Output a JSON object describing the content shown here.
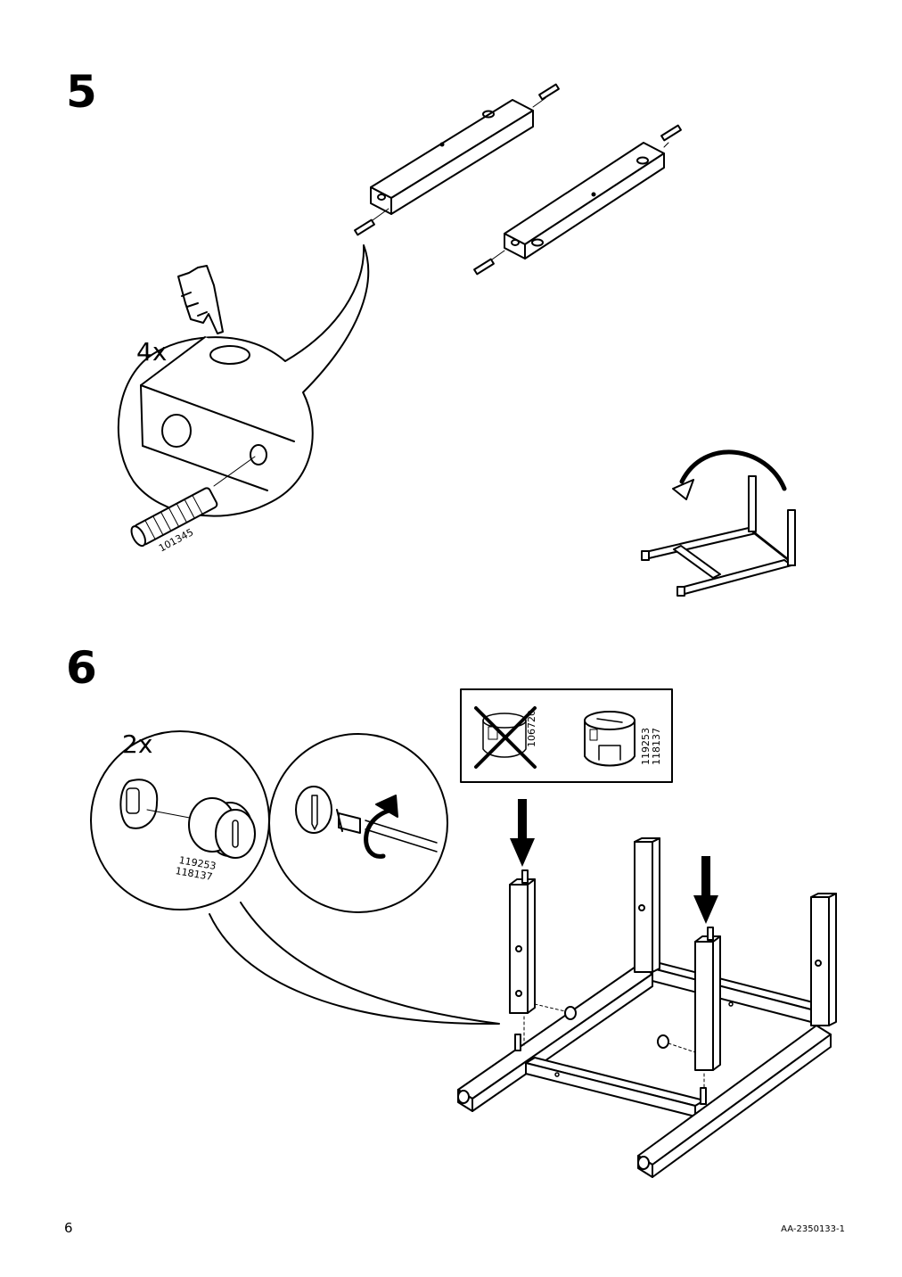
{
  "steps": [
    {
      "number": "5",
      "quantity": "4x",
      "part_number": "101345"
    },
    {
      "number": "6",
      "quantity": "2x",
      "part_numbers": [
        "119253",
        "118137"
      ]
    }
  ],
  "legend_box": {
    "wrong_part": "106720",
    "correct_parts": [
      "119253",
      "118137"
    ]
  },
  "footer": {
    "page_number": "6",
    "document_id": "AA-2350133-1"
  },
  "icons": [
    "hand-pointing-icon",
    "rotate-arrow-icon",
    "down-arrow-icon",
    "cross-out-icon",
    "screwdriver-icon"
  ]
}
